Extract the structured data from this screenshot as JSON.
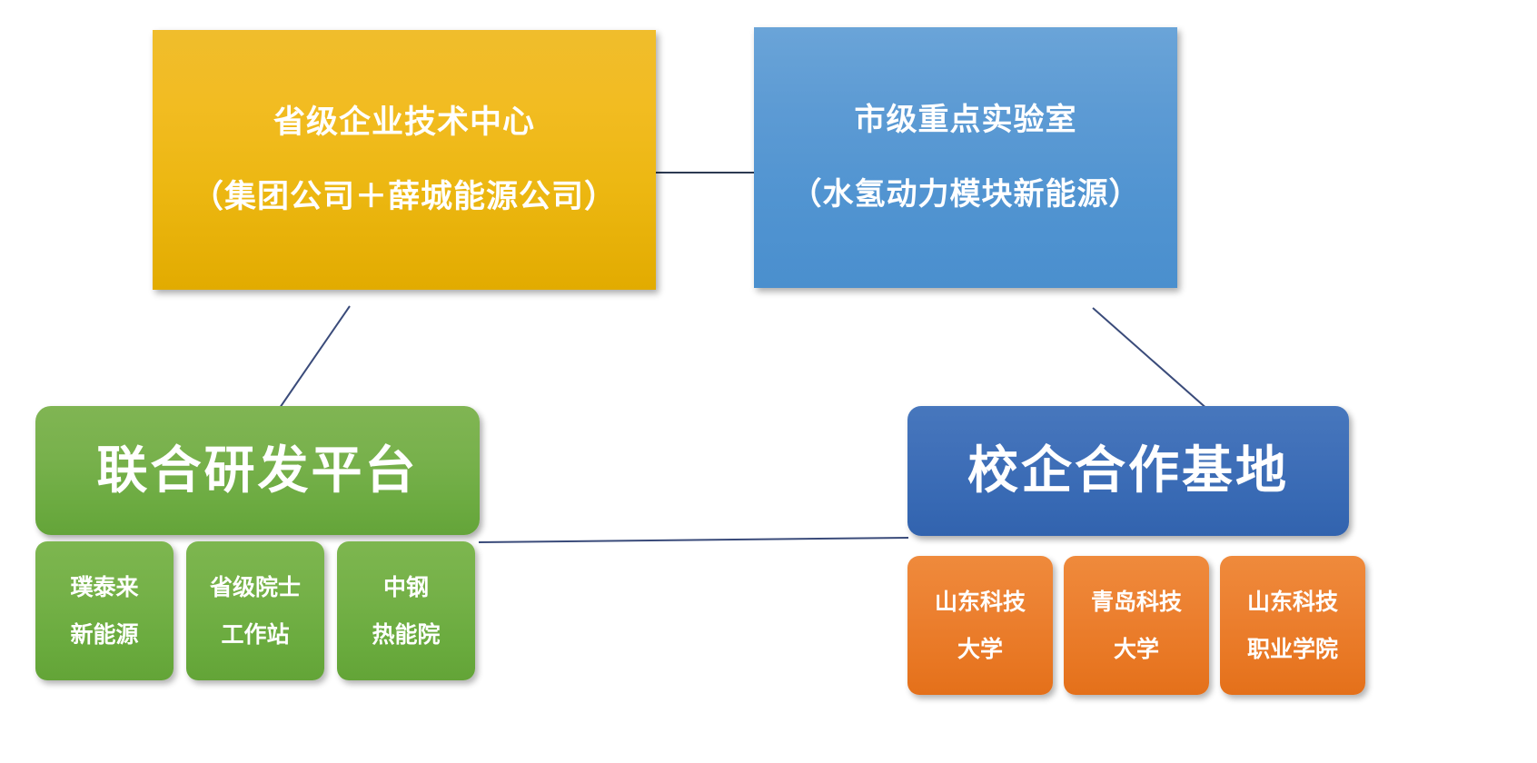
{
  "diagram": {
    "type": "org-chart",
    "title": "",
    "colors": {
      "provincial_center": "#ecb711",
      "city_lab": "#5194d1",
      "joint_rd": "#6cab41",
      "school_base": "#3668b3",
      "green_chip": "#6aab3e",
      "orange_chip": "#e87723",
      "connector_line": "#3a4b7a"
    },
    "nodes": {
      "provincial_center": {
        "line1": "省级企业技术中心",
        "line2": "（集团公司＋薛城能源公司）"
      },
      "city_lab": {
        "line1": "市级重点实验室",
        "line2": "（水氢动力模块新能源）"
      },
      "joint_rd": {
        "line1": "联合研发平台"
      },
      "school_base": {
        "line1": "校企合作基地"
      }
    },
    "joint_rd_children": [
      {
        "line1": "璞泰来",
        "line2": "新能源"
      },
      {
        "line1": "省级院士",
        "line2": "工作站"
      },
      {
        "line1": "中钢",
        "line2": "热能院"
      }
    ],
    "school_base_children": [
      {
        "line1": "山东科技",
        "line2": "大学"
      },
      {
        "line1": "青岛科技",
        "line2": "大学"
      },
      {
        "line1": "山东科技",
        "line2": "职业学院"
      }
    ],
    "connectors": [
      {
        "name": "provincial-center-to-city-lab",
        "from": "provincial_center",
        "to": "city_lab"
      },
      {
        "name": "provincial-center-to-joint-rd",
        "from": "provincial_center",
        "to": "joint_rd"
      },
      {
        "name": "city-lab-to-school-base",
        "from": "city_lab",
        "to": "school_base"
      },
      {
        "name": "joint-rd-to-school-base",
        "from": "joint_rd",
        "to": "school_base"
      }
    ]
  }
}
